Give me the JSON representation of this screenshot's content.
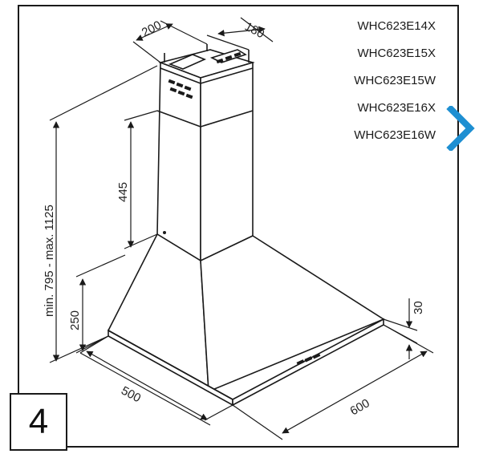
{
  "models": [
    "WHC623E14X",
    "WHC623E15X",
    "WHC623E15W",
    "WHC623E16X",
    "WHC623E16W"
  ],
  "dimensions": {
    "chimney_width": "200",
    "chimney_depth": "180",
    "chimney_height": "445",
    "total_height": "min. 795 - max. 1125",
    "canopy_height": "250",
    "front_panel_height": "30",
    "hood_depth": "500",
    "hood_width": "600"
  },
  "page_number": "4",
  "colors": {
    "line": "#1a1a1a",
    "accent": "#1e8fd2"
  },
  "icons": {
    "next": "chevron-right-icon"
  }
}
